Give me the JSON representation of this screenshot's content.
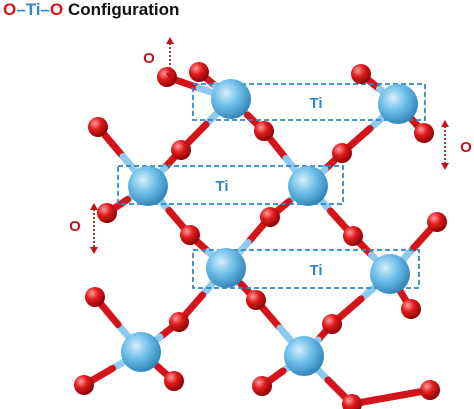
{
  "title": {
    "o_left": "O",
    "dash1": "–",
    "ti": "Ti",
    "dash2": "–",
    "o_right": "O",
    "rest": " Configuration"
  },
  "labels": {
    "ti_layer_1": "Ti",
    "ti_layer_2": "Ti",
    "ti_layer_3": "Ti",
    "o_arrow_1": "O",
    "o_arrow_2": "O",
    "o_arrow_3": "O"
  },
  "colors": {
    "oxygen": "#d4141a",
    "titanium": "#5ab4e4",
    "bond_ti": "#8ccbef",
    "box_stroke": "#2f86c8",
    "arrow": "#c0141a"
  }
}
